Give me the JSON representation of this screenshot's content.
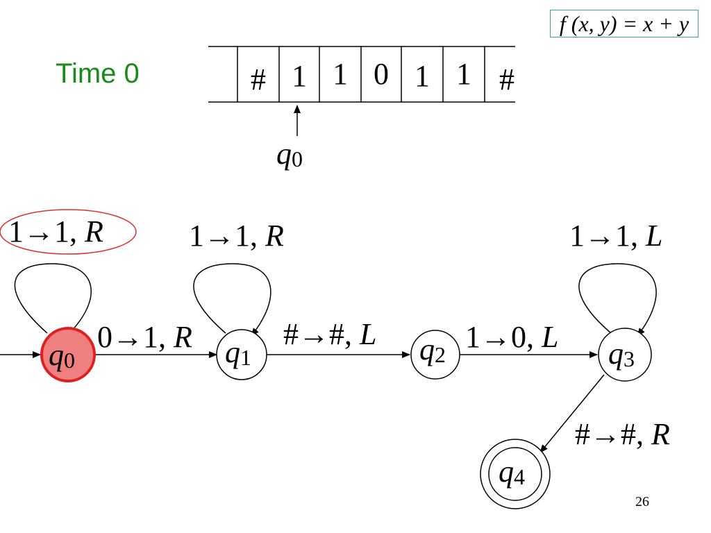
{
  "formula": "f (x, y) = x + y",
  "time_label": "Time 0",
  "tape": {
    "cells": [
      "",
      "#",
      "1",
      "1",
      "0",
      "1",
      "1",
      "#"
    ],
    "head_state": {
      "name": "q",
      "sub": "0"
    }
  },
  "states": [
    {
      "id": "q0",
      "name": "q",
      "sub": "0",
      "current": true,
      "accepting": false
    },
    {
      "id": "q1",
      "name": "q",
      "sub": "1",
      "current": false,
      "accepting": false
    },
    {
      "id": "q2",
      "name": "q",
      "sub": "2",
      "current": false,
      "accepting": false
    },
    {
      "id": "q3",
      "name": "q",
      "sub": "3",
      "current": false,
      "accepting": false
    },
    {
      "id": "q4",
      "name": "q",
      "sub": "4",
      "current": false,
      "accepting": true
    }
  ],
  "transitions": [
    {
      "id": "q0-loop",
      "read": "1",
      "write": "1",
      "dir": "R",
      "highlighted": true
    },
    {
      "id": "q1-loop",
      "read": "1",
      "write": "1",
      "dir": "R",
      "highlighted": false
    },
    {
      "id": "q3-loop",
      "read": "1",
      "write": "1",
      "dir": "L",
      "highlighted": false
    },
    {
      "id": "q0-q1",
      "read": "0",
      "write": "1",
      "dir": "R",
      "highlighted": false
    },
    {
      "id": "q1-q2",
      "read": "#",
      "write": "#",
      "dir": "L",
      "highlighted": false
    },
    {
      "id": "q2-q3",
      "read": "1",
      "write": "0",
      "dir": "L",
      "highlighted": false
    },
    {
      "id": "q3-q4",
      "read": "#",
      "write": "#",
      "dir": "R",
      "highlighted": false
    }
  ],
  "colors": {
    "current_state_fill": "#f08080",
    "current_state_stroke": "#e02020",
    "highlight_oval": "#e03030",
    "time_label": "#1a8a1a",
    "formula_border": "#3aa6a0"
  },
  "arrow_symbol": "→",
  "separator": ", ",
  "slide_number": "26"
}
